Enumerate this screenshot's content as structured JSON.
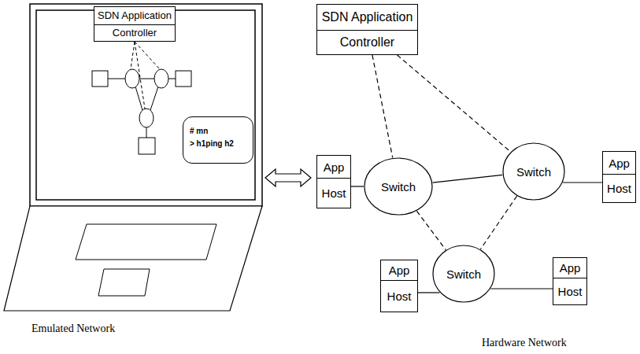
{
  "diagram": {
    "nodes": [
      {
        "text": [
          "SDN Application",
          "Controller"
        ]
      },
      {
        "text": [
          "SDN Application",
          "Controller"
        ]
      },
      {
        "text": [
          "# mn",
          "> h1ping h2"
        ]
      },
      {
        "text": [
          "App",
          "Host"
        ]
      },
      {
        "text": [
          "Switch"
        ]
      },
      {
        "text": [
          "Switch"
        ]
      },
      {
        "text": [
          "App",
          "Host"
        ]
      },
      {
        "text": [
          "Switch"
        ]
      },
      {
        "text": [
          "App",
          "Host"
        ]
      },
      {
        "text": [
          "App",
          "Host"
        ]
      }
    ],
    "edges": [
      {
        "from": 1,
        "to": 4,
        "arrow": "none"
      },
      {
        "from": 1,
        "to": 5,
        "arrow": "none"
      },
      {
        "from": 4,
        "to": 5,
        "arrow": "none"
      },
      {
        "from": 4,
        "to": 7,
        "arrow": "none"
      },
      {
        "from": 5,
        "to": 7,
        "arrow": "none"
      },
      {
        "from": 3,
        "to": 4,
        "arrow": "none"
      },
      {
        "from": 5,
        "to": 6,
        "arrow": "none"
      },
      {
        "from": 8,
        "to": 7,
        "arrow": "none"
      },
      {
        "from": 9,
        "to": 7,
        "arrow": "none"
      }
    ],
    "labels": [
      "Emulated Network",
      "Hardware Network"
    ]
  }
}
